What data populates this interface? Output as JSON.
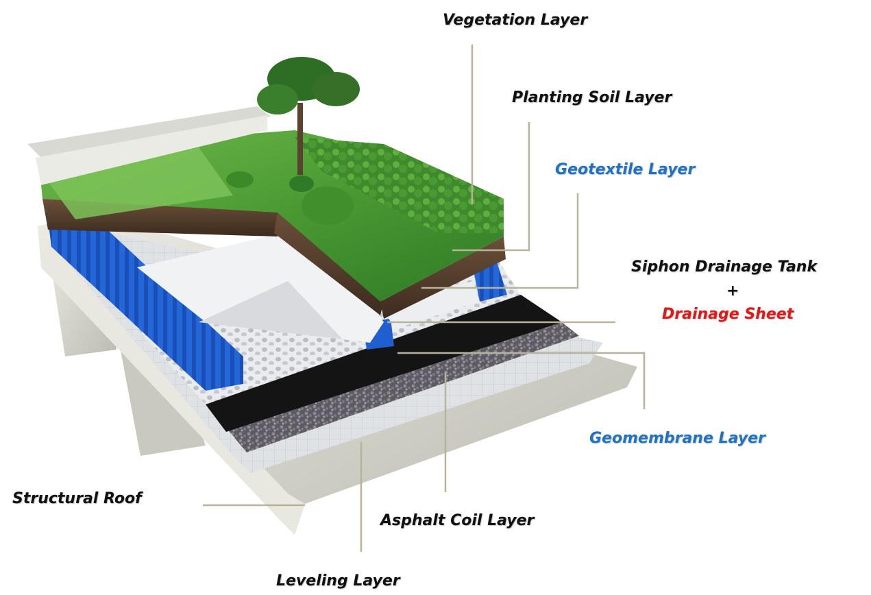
{
  "labels": {
    "vegetation": "Vegetation Layer",
    "planting_soil": "Planting Soil Layer",
    "geotextile": "Geotextile Layer",
    "siphon_tank": "Siphon Drainage Tank",
    "plus": "+",
    "drainage_sheet": "Drainage Sheet",
    "geomembrane": "Geomembrane Layer",
    "structural_roof": "Structural Roof",
    "asphalt_coil": "Asphalt Coil Layer",
    "leveling": "Leveling Layer"
  },
  "colors": {
    "text_black": "#111111",
    "text_blue": "#1f73c4",
    "text_red": "#e01818",
    "leader_line": "#b8b39a",
    "grass": "#4f9a34",
    "soil": "#5b4330",
    "drainage_blue": "#1f5fd0",
    "asphalt": "#141414",
    "gravel": "#6d6a72",
    "leveling": "#dfe3e6",
    "concrete": "#d7d7cf"
  }
}
